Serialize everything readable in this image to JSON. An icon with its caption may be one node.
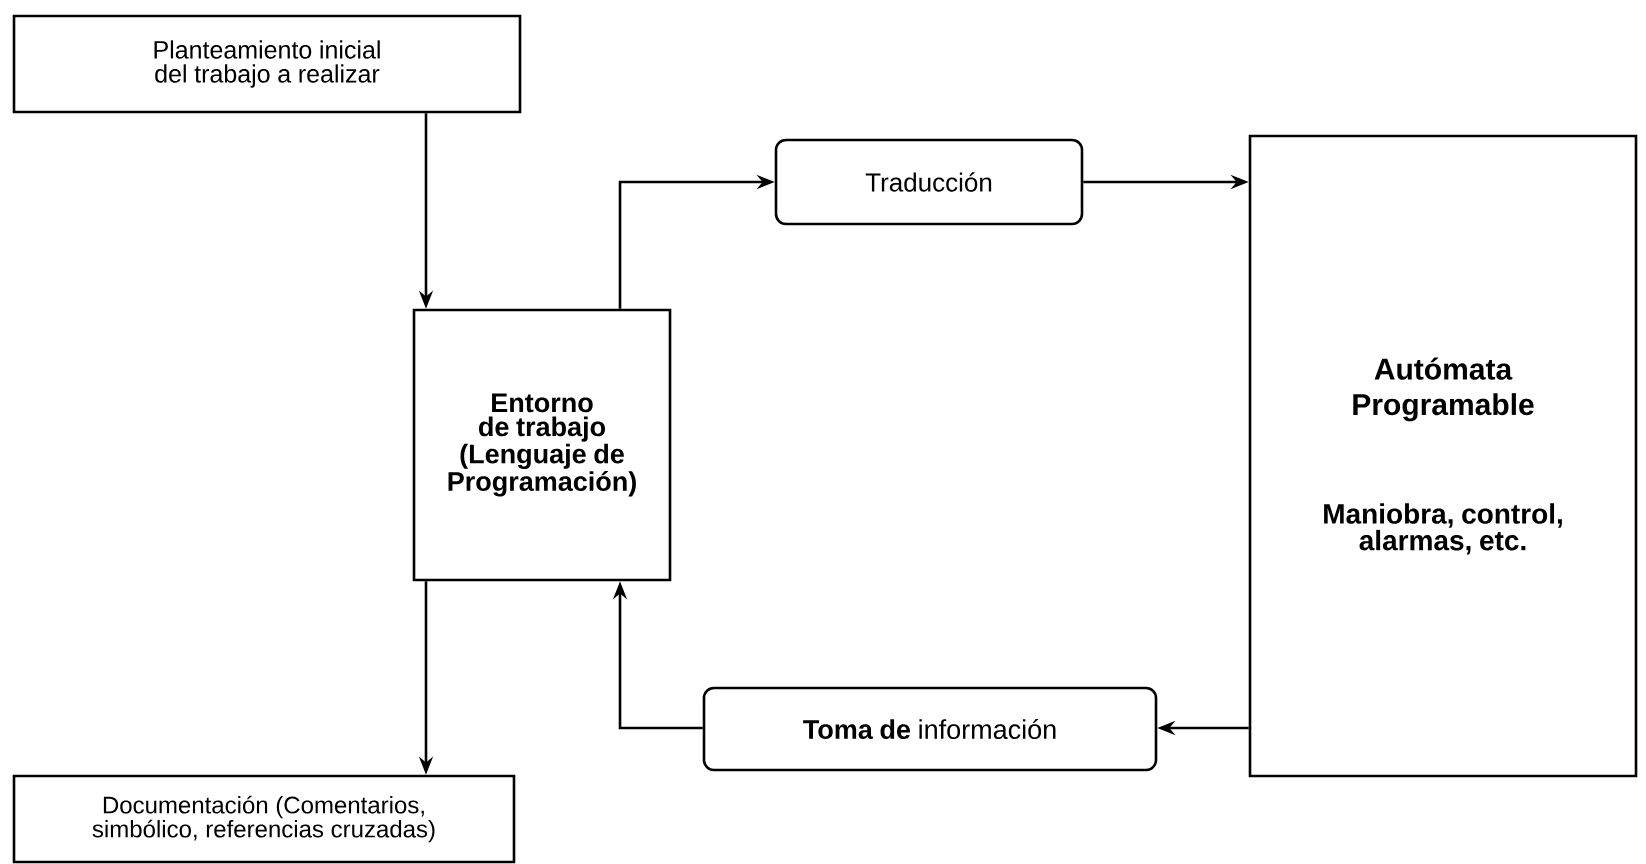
{
  "diagram": {
    "nodes": [
      {
        "text": [
          "Planteamiento inicial del trabajo a realizar"
        ]
      },
      {
        "text": [
          "Entorno de trabajo (Lenguaje de Programación)"
        ]
      },
      {
        "text": [
          "Traducción"
        ]
      },
      {
        "text": [
          "Autómata Programable",
          "Maniobra, control, alarmas, etc."
        ]
      },
      {
        "text": [
          "**Toma de** información"
        ]
      },
      {
        "text": [
          "Documentación (Comentarios, simbólico, referencias cruzadas)"
        ]
      }
    ],
    "edges": [
      {
        "from": 0,
        "to": 1,
        "arrow": "to"
      },
      {
        "from": 1,
        "to": 2,
        "arrow": "to"
      },
      {
        "from": 2,
        "to": 3,
        "arrow": "to"
      },
      {
        "from": 3,
        "to": 4,
        "arrow": "to"
      },
      {
        "from": 4,
        "to": 1,
        "arrow": "to"
      },
      {
        "from": 1,
        "to": 5,
        "arrow": "to"
      }
    ]
  }
}
